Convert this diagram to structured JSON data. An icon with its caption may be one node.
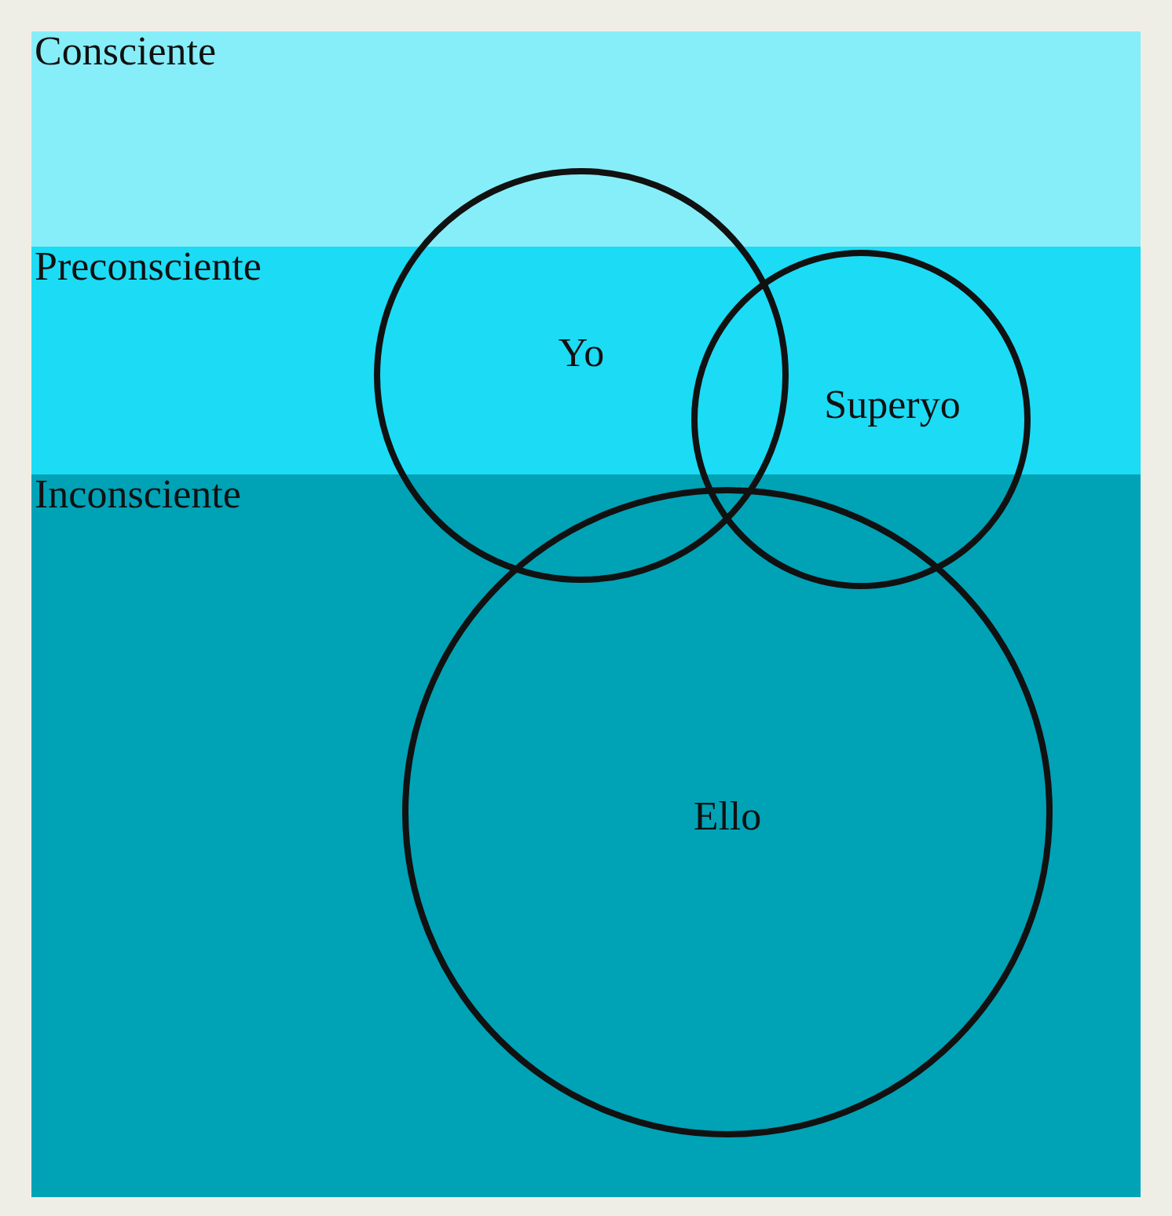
{
  "diagram": {
    "nodes": [
      {
        "text": [
          "Consciente"
        ]
      },
      {
        "text": [
          "Preconsciente"
        ]
      },
      {
        "text": [
          "Inconsciente"
        ]
      },
      {
        "text": [
          "Yo"
        ]
      },
      {
        "text": [
          "Superyo"
        ]
      },
      {
        "text": [
          "Ello"
        ],
        "in": 2
      }
    ]
  }
}
